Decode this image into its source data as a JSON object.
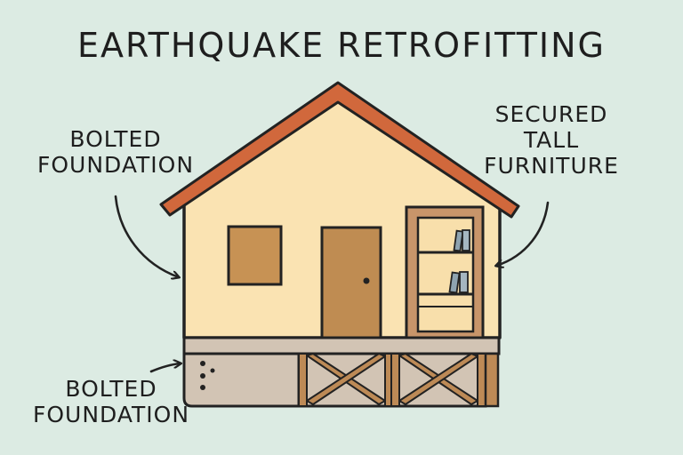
{
  "title": "EARTHQUAKE RETROFITTING",
  "labels": {
    "top_left": [
      "BOLTED",
      "FOUNDATION"
    ],
    "top_right": [
      "SECURED",
      "TALL",
      "FURNITURE"
    ],
    "bottom_left": [
      "BOLTED",
      "FOUNDATION"
    ]
  },
  "colors": {
    "background": "#dcebe3",
    "wall": "#fae3b2",
    "roof": "#d1683c",
    "door": "#bf8c52",
    "window": "#c79254",
    "bookcase": "#c8956a",
    "shelf_interior": "#f8dfab",
    "foundation": "#d2c4b4",
    "bracing": "#bd8a56",
    "outline": "#222222"
  }
}
